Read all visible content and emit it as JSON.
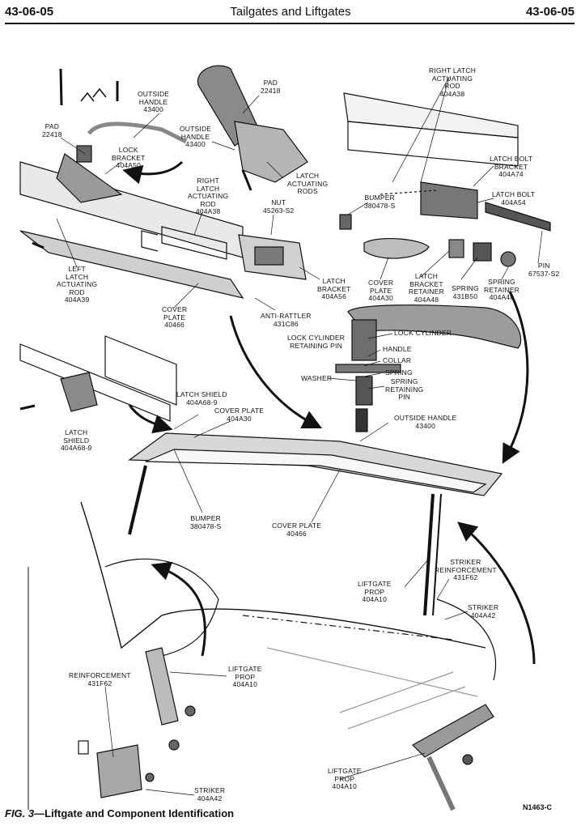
{
  "header": {
    "section_left": "43-06-05",
    "title": "Tailgates and Liftgates",
    "section_right": "43-06-05"
  },
  "caption": {
    "figure": "FIG. 3",
    "text": "—Liftgate and Component Identification"
  },
  "drawing_code": "N1463-C",
  "labels": {
    "outside_handle_top": [
      "OUTSIDE",
      "HANDLE",
      "43400"
    ],
    "pad_left": [
      "PAD",
      "22418"
    ],
    "lock_bracket": [
      "LOCK",
      "BRACKET",
      "404A50"
    ],
    "pad_center": [
      "PAD",
      "22418"
    ],
    "outside_handle_center": [
      "OUTSIDE",
      "HANDLE",
      "43400"
    ],
    "right_latch_rod_mid": [
      "RIGHT",
      "LATCH",
      "ACTUATING",
      "ROD",
      "404A38"
    ],
    "latch_actuating_rods": [
      "LATCH",
      "ACTUATING",
      "RODS"
    ],
    "nut": [
      "NUT",
      "45263-S2"
    ],
    "left_latch_rod": [
      "LEFT",
      "LATCH",
      "ACTUATING",
      "ROD",
      "404A39"
    ],
    "cover_plate_mid": [
      "COVER",
      "PLATE",
      "40466"
    ],
    "latch_bracket": [
      "LATCH",
      "BRACKET",
      "404A56"
    ],
    "anti_rattler": [
      "ANTI-RATTLER",
      "431C86"
    ],
    "right_latch_rod_top": [
      "RIGHT LATCH",
      "ACTUATING",
      "ROD",
      "404A38"
    ],
    "latch_bolt_bracket": [
      "LATCH BOLT",
      "BRACKET",
      "404A74"
    ],
    "latch_bolt": [
      "LATCH BOLT",
      "404A54"
    ],
    "bumper_top": [
      "BUMPER",
      "380478-S"
    ],
    "pin": [
      "PIN",
      "67537-S2"
    ],
    "cover_plate_small": [
      "COVER",
      "PLATE",
      "404A30"
    ],
    "latch_bracket_retainer": [
      "LATCH",
      "BRACKET",
      "RETAINER",
      "404A48"
    ],
    "spring_part": [
      "SPRING",
      "431B50"
    ],
    "spring_retainer": [
      "SPRING",
      "RETAINER",
      "404A48"
    ],
    "lock_cylinder": [
      "LOCK CYLINDER"
    ],
    "lock_cylinder_pin": [
      "LOCK CYLINDER",
      "RETAINING PIN"
    ],
    "handle": [
      "HANDLE"
    ],
    "collar": [
      "COLLAR"
    ],
    "washer": [
      "WASHER"
    ],
    "spring_small": [
      "SPRING"
    ],
    "spring_retaining_pin": [
      "SPRING",
      "RETAINING",
      "PIN"
    ],
    "outside_handle_lower": [
      "OUTSIDE HANDLE",
      "43400"
    ],
    "latch_shield_top": [
      "LATCH SHIELD",
      "404A68-9"
    ],
    "cover_plate_gate": [
      "COVER PLATE",
      "404A30"
    ],
    "latch_shield_left": [
      "LATCH",
      "SHIELD",
      "404A68-9"
    ],
    "bumper_gate": [
      "BUMPER",
      "380478-S"
    ],
    "cover_plate_gate_bottom": [
      "COVER PLATE",
      "40466"
    ],
    "striker_reinforcement": [
      "STRIKER",
      "REINFORCEMENT",
      "431F62"
    ],
    "liftgate_prop_mid": [
      "LIFTGATE",
      "PROP",
      "404A10"
    ],
    "striker_right": [
      "STRIKER",
      "404A42"
    ],
    "reinforcement_left": [
      "REINFORCEMENT",
      "431F62"
    ],
    "liftgate_prop_left": [
      "LIFTGATE",
      "PROP",
      "404A10"
    ],
    "striker_bottom": [
      "STRIKER",
      "404A42"
    ],
    "liftgate_prop_bottom": [
      "LIFTGATE",
      "PROP",
      "404A10"
    ]
  }
}
